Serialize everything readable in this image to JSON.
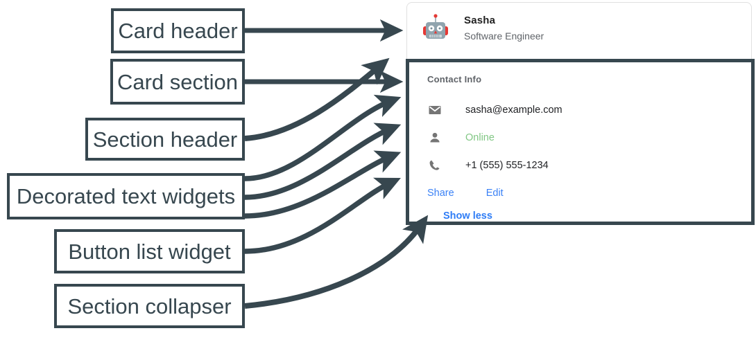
{
  "card": {
    "header": {
      "avatar_icon": "robot-avatar-icon",
      "title": "Sasha",
      "subtitle": "Software Engineer"
    },
    "section": {
      "header": "Contact Info",
      "rows": [
        {
          "icon": "envelope-icon",
          "text": "sasha@example.com",
          "kind": "email"
        },
        {
          "icon": "person-icon",
          "text": "Online",
          "kind": "status"
        },
        {
          "icon": "phone-icon",
          "text": "+1 (555) 555-1234",
          "kind": "phone"
        }
      ],
      "buttons": [
        {
          "label": "Share"
        },
        {
          "label": "Edit"
        }
      ],
      "collapser": {
        "label": "Show less"
      }
    }
  },
  "annotations": [
    {
      "label": "Card header"
    },
    {
      "label": "Card section"
    },
    {
      "label": "Section header"
    },
    {
      "label": "Decorated text widgets"
    },
    {
      "label": "Button list widget"
    },
    {
      "label": "Section collapser"
    }
  ],
  "colors": {
    "annotation": "#37474f",
    "link": "#3b82f6",
    "collapser": "#2f7df6",
    "status_online": "#81c784",
    "icon_grey": "#757575",
    "text_primary": "#202124",
    "text_secondary": "#5f6368",
    "card_border": "#e0e0e0"
  }
}
